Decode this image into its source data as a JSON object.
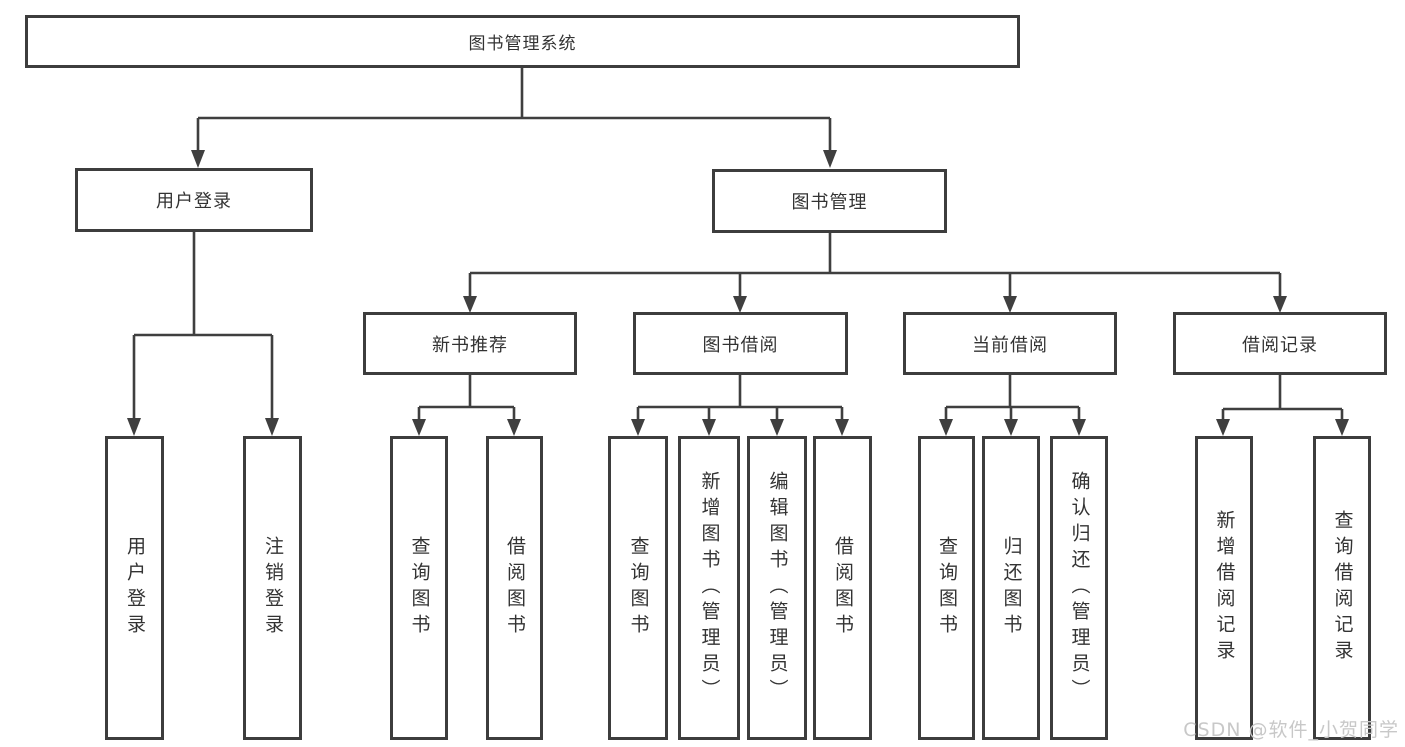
{
  "nodes": {
    "root": "图书管理系统",
    "user_login": "用户登录",
    "book_management": "图书管理",
    "new_book_recommend": "新书推荐",
    "book_borrowing": "图书借阅",
    "current_borrowing": "当前借阅",
    "borrowing_records": "借阅记录",
    "leaves": {
      "user_login": "用户登录",
      "logout": "注销登录",
      "recommend_query": "查询图书",
      "recommend_borrow": "借阅图书",
      "borrowing_query": "查询图书",
      "borrowing_add": "新增图书（管理员）",
      "borrowing_edit": "编辑图书（管理员）",
      "borrowing_borrow": "借阅图书",
      "current_query": "查询图书",
      "current_return": "归还图书",
      "current_confirm": "确认归还（管理员）",
      "records_add": "新增借阅记录",
      "records_query": "查询借阅记录"
    }
  },
  "watermark": "CSDN @软件_小贺同学",
  "colors": {
    "line": "#3f3f3f",
    "box_border": "#3d3d3d",
    "text": "#333333",
    "watermark": "#c8c8c8",
    "background": "#ffffff"
  }
}
